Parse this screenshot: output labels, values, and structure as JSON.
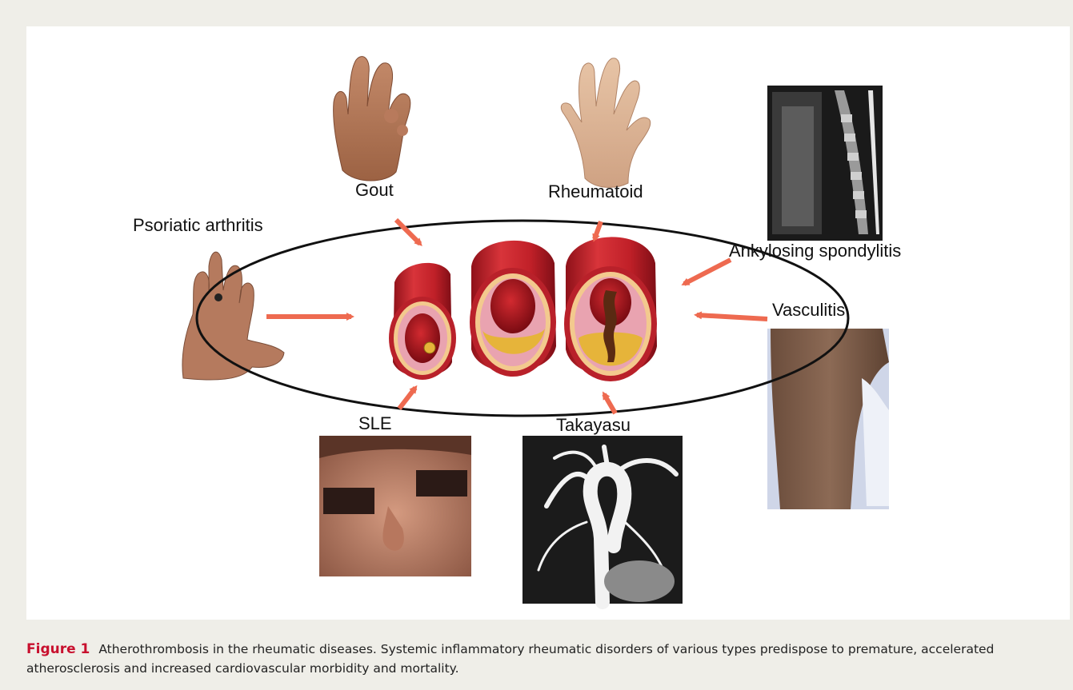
{
  "labels": {
    "gout": "Gout",
    "rheumatoid": "Rheumatoid",
    "psoriatic": "Psoriatic arthritis",
    "ankylosing": "Ankylosing spondylitis",
    "vasculitis": "Vasculitis",
    "sle": "SLE",
    "takayasu": "Takayasu"
  },
  "caption": {
    "label": "Figure 1",
    "text": "Atherothrombosis in the rheumatic diseases. Systemic inflammatory rheumatic disorders of various types predispose to premature, accelerated atherosclerosis and increased cardiovascular morbidity and mortality."
  },
  "colors": {
    "arrow": "#ee6a50",
    "vessel_outer": "#c8202a",
    "vessel_inner": "#f3c98e",
    "plaque": "#e6b43a",
    "thrombus": "#5a2a12",
    "caption_label": "#c8102e"
  }
}
